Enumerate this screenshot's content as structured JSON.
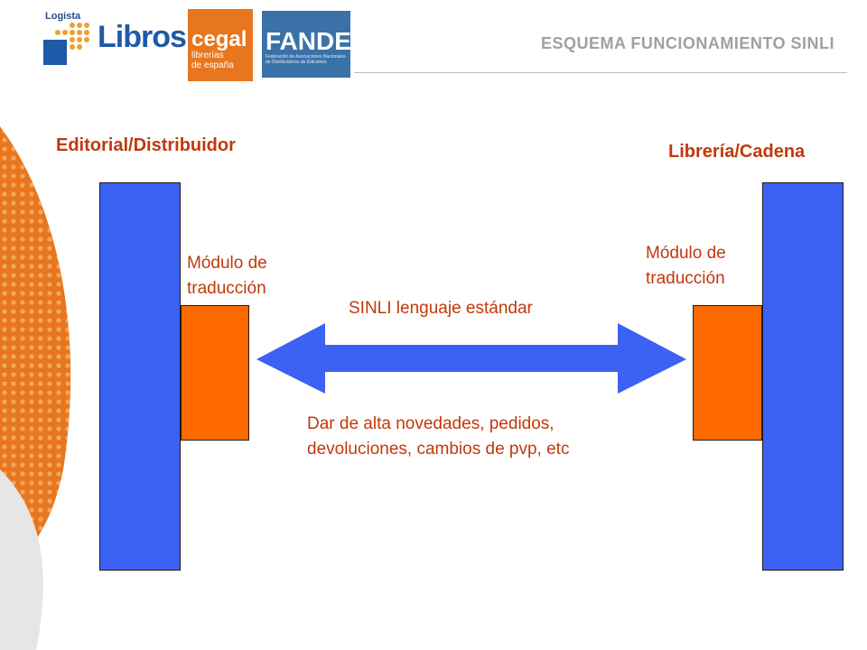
{
  "header": {
    "logista_text": "Logista",
    "libros_text": "Libros",
    "cegal_name": "cegal",
    "cegal_sub": "librerías\nde españa",
    "fande_name": "FANDE",
    "fande_sub": "Federación de Asociaciones Nacionales de Distribuidores de Ediciones",
    "slide_title": "ESQUEMA FUNCIONAMIENTO SINLI"
  },
  "diagram": {
    "left_label": "Editorial/Distribuidor",
    "right_label": "Librería/Cadena",
    "left_module_label": "Módulo de\ntraducción",
    "right_module_label": "Módulo de\ntraducción",
    "arrow_label": "SINLI lenguaje estándar",
    "description": "Dar de alta novedades, pedidos,\ndevoluciones, cambios de pvp, etc"
  },
  "colors": {
    "bar_blue": "#3b62f2",
    "module_orange": "#ff6a00",
    "label_red": "#c0390b",
    "arrow_blue": "#3b62f2",
    "title_gray": "#a0a0a0",
    "accent_orange": "#e8761e"
  }
}
